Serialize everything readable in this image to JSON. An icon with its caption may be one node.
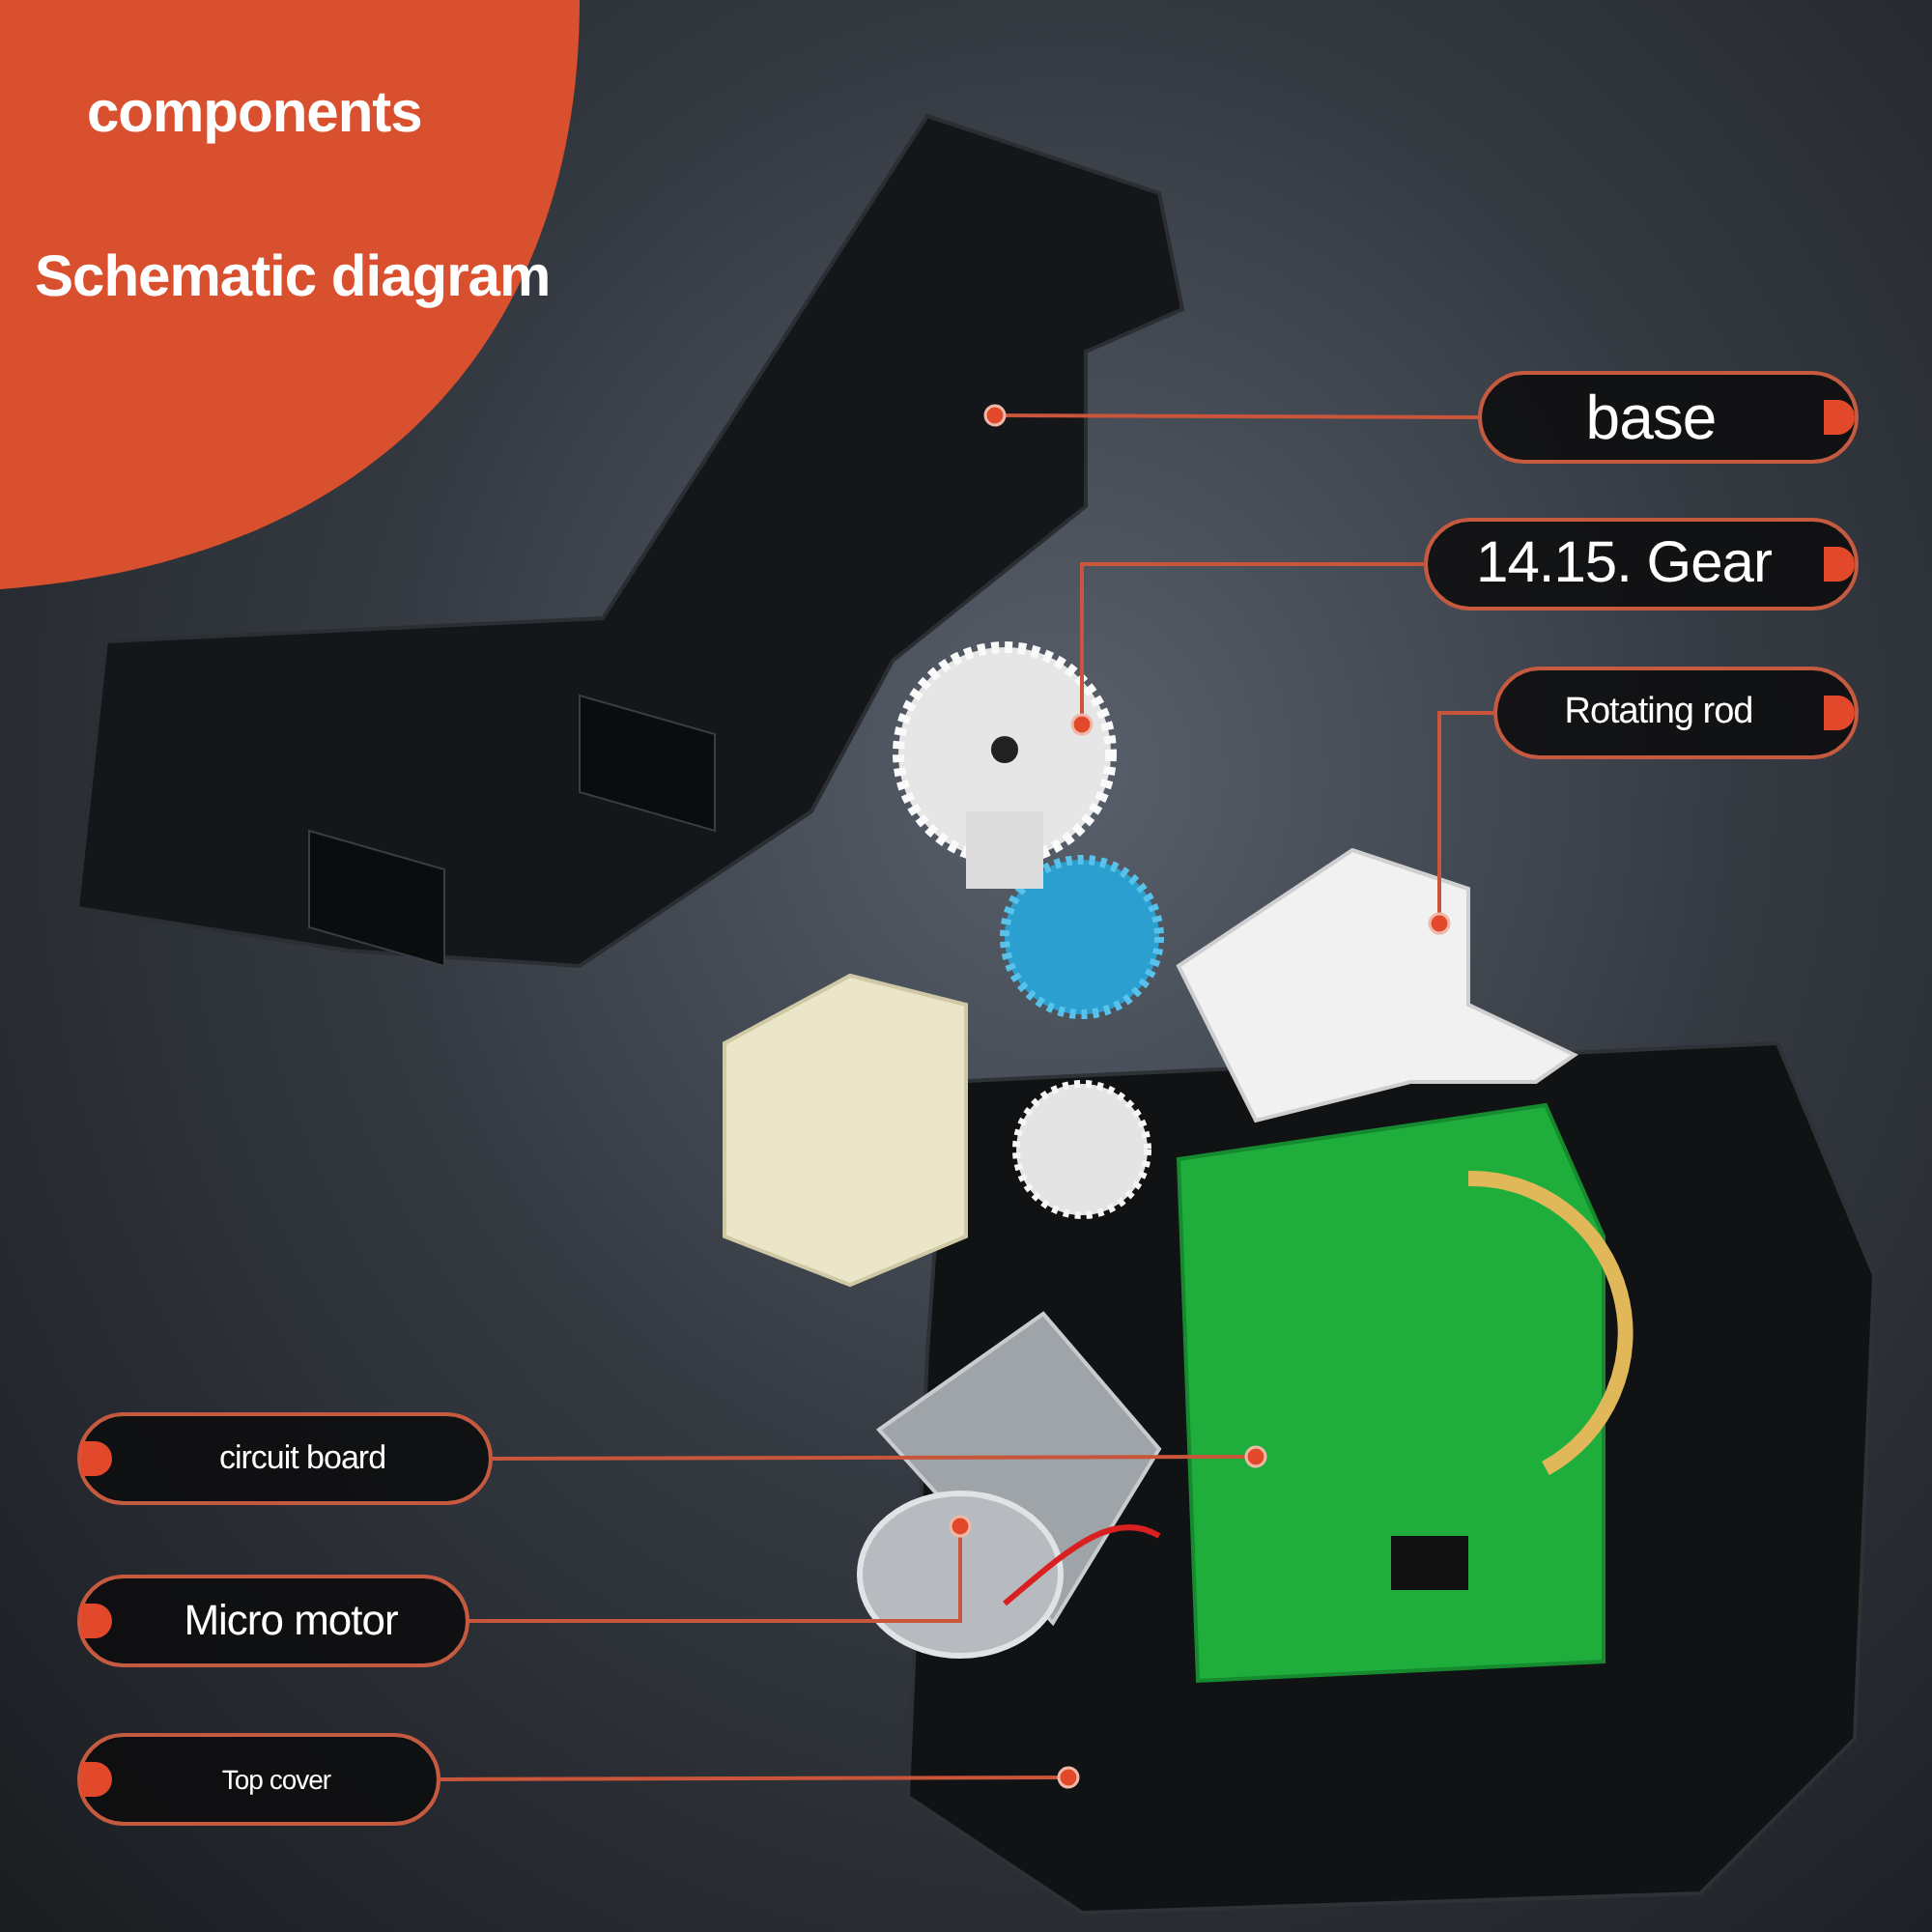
{
  "diagram": {
    "nodes": [
      {
        "text": [
          "components",
          "Schematic diagram"
        ]
      },
      {
        "text": [
          "base"
        ]
      },
      {
        "text": [
          "14.15. Gear"
        ]
      },
      {
        "text": [
          "Rotating rod"
        ]
      },
      {
        "text": [
          "circuit board"
        ]
      },
      {
        "text": [
          "Micro motor"
        ]
      },
      {
        "text": [
          "Top cover"
        ]
      },
      {
        "text": [],
        "shape": "picture"
      },
      {
        "text": [],
        "shape": "picture"
      },
      {
        "text": [],
        "shape": "picture"
      },
      {
        "text": [],
        "shape": "picture",
        "in": 12
      },
      {
        "text": [],
        "shape": "picture"
      },
      {
        "text": [],
        "shape": "picture"
      }
    ],
    "edges": [
      {
        "from": 1,
        "to": 7,
        "arrow": "other"
      },
      {
        "from": 2,
        "to": 8,
        "arrow": "other"
      },
      {
        "from": 3,
        "to": 9,
        "arrow": "other"
      },
      {
        "from": 4,
        "to": 10,
        "arrow": "other"
      },
      {
        "from": 5,
        "to": 11,
        "arrow": "other"
      },
      {
        "from": 6,
        "to": 12,
        "arrow": "other"
      }
    ]
  }
}
